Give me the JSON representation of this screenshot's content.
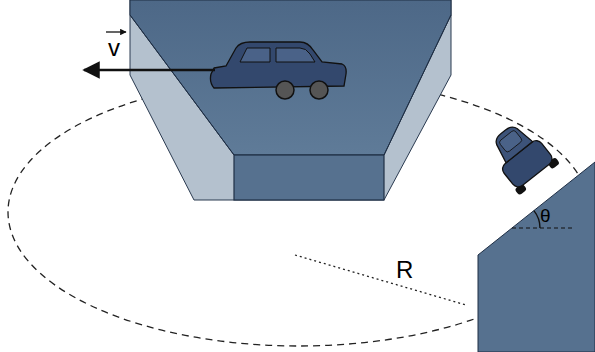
{
  "diagram": {
    "labels": [
      "v",
      "R",
      "θ"
    ]
  }
}
